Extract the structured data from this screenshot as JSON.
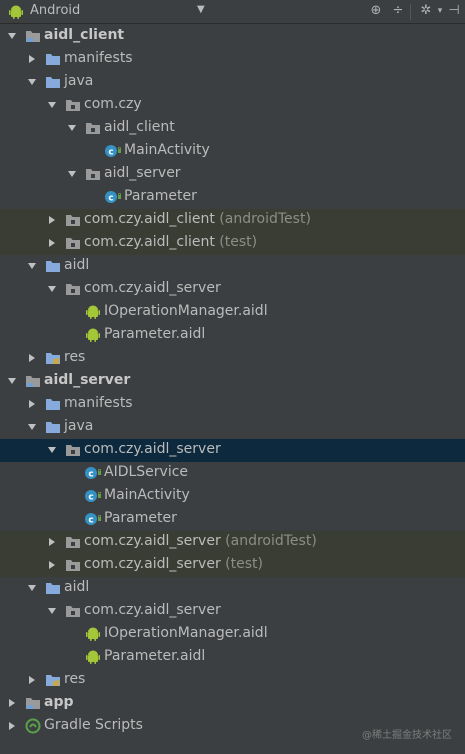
{
  "toolbar": {
    "view": "Android"
  },
  "tree": [
    {
      "label": "aidl_client",
      "icon": "module",
      "bold": true
    },
    {
      "label": "manifests",
      "icon": "folder"
    },
    {
      "label": "java",
      "icon": "folder"
    },
    {
      "label": "com.czy",
      "icon": "package"
    },
    {
      "label": "aidl_client",
      "icon": "package"
    },
    {
      "label": "MainActivity",
      "icon": "class"
    },
    {
      "label": "aidl_server",
      "icon": "package"
    },
    {
      "label": "Parameter",
      "icon": "class"
    },
    {
      "label": "com.czy.aidl_client",
      "suffix": "(androidTest)",
      "icon": "package",
      "test": true
    },
    {
      "label": "com.czy.aidl_client",
      "suffix": "(test)",
      "icon": "package",
      "test": true
    },
    {
      "label": "aidl",
      "icon": "folder"
    },
    {
      "label": "com.czy.aidl_server",
      "icon": "package"
    },
    {
      "label": "IOperationManager.aidl",
      "icon": "android"
    },
    {
      "label": "Parameter.aidl",
      "icon": "android"
    },
    {
      "label": "res",
      "icon": "resfolder"
    },
    {
      "label": "aidl_server",
      "icon": "module",
      "bold": true
    },
    {
      "label": "manifests",
      "icon": "folder"
    },
    {
      "label": "java",
      "icon": "folder"
    },
    {
      "label": "com.czy.aidl_server",
      "icon": "package",
      "selected": true
    },
    {
      "label": "AIDLService",
      "icon": "class"
    },
    {
      "label": "MainActivity",
      "icon": "class"
    },
    {
      "label": "Parameter",
      "icon": "class"
    },
    {
      "label": "com.czy.aidl_server",
      "suffix": "(androidTest)",
      "icon": "package",
      "test": true
    },
    {
      "label": "com.czy.aidl_server",
      "suffix": "(test)",
      "icon": "package",
      "test": true
    },
    {
      "label": "aidl",
      "icon": "folder"
    },
    {
      "label": "com.czy.aidl_server",
      "icon": "package"
    },
    {
      "label": "IOperationManager.aidl",
      "icon": "android"
    },
    {
      "label": "Parameter.aidl",
      "icon": "android"
    },
    {
      "label": "res",
      "icon": "resfolder"
    },
    {
      "label": "app",
      "icon": "module",
      "bold": true
    },
    {
      "label": "Gradle Scripts",
      "icon": "gradle"
    }
  ],
  "watermark": "@稀土掘金技术社区"
}
